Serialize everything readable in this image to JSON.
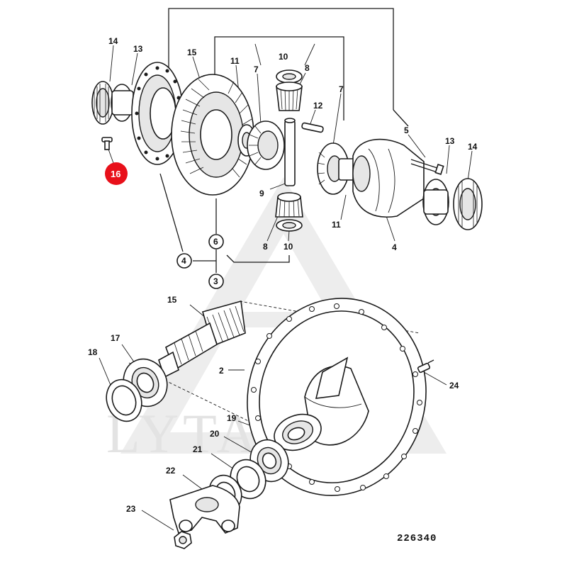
{
  "diagram": {
    "drawing_number": "226340",
    "watermark": "LYTAGRA",
    "highlight_color": "#e8101a",
    "callouts": {
      "c14a": "14",
      "c13a": "13",
      "c15a": "15",
      "c11a": "11",
      "c7a": "7",
      "c10a": "10",
      "c8a": "8",
      "c7b": "7",
      "c12": "12",
      "c5": "5",
      "c13b": "13",
      "c14b": "14",
      "c16": "16",
      "c9": "9",
      "c11b": "11",
      "c4a": "4",
      "c6": "6",
      "c8b": "8",
      "c10b": "10",
      "c4b": "4",
      "c3": "3",
      "c15b": "15",
      "c17": "17",
      "c18": "18",
      "c2": "2",
      "c24": "24",
      "c19": "19",
      "c20": "20",
      "c21": "21",
      "c22": "22",
      "c23": "23"
    }
  }
}
